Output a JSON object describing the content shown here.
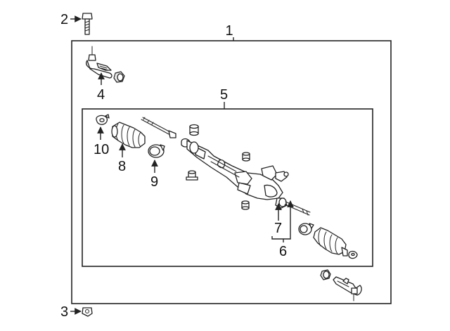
{
  "callouts": {
    "c1": "1",
    "c2": "2",
    "c3": "3",
    "c4": "4",
    "c5": "5",
    "c6": "6",
    "c7": "7",
    "c8": "8",
    "c9": "9",
    "c10": "10"
  },
  "colors": {
    "line": "#222222",
    "background": "#ffffff",
    "part_shade": "#e9e9e9"
  }
}
